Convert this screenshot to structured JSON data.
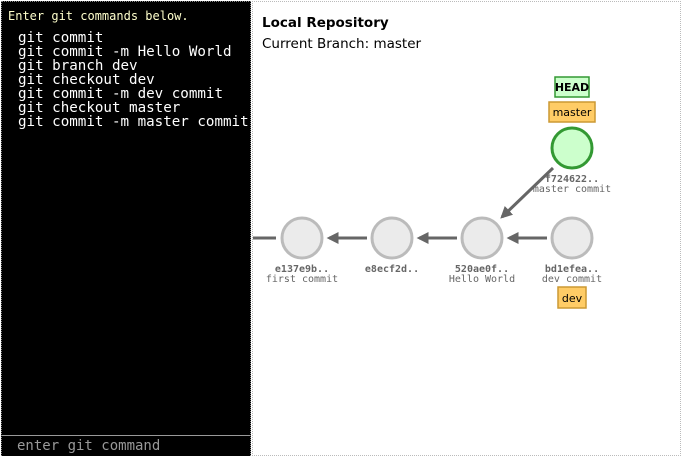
{
  "terminal": {
    "header": "Enter git commands below.",
    "commands": [
      "git commit",
      "git commit -m Hello World",
      "git branch dev",
      "git checkout dev",
      "git commit -m dev commit",
      "git checkout master",
      "git commit -m master commit"
    ],
    "input_placeholder": "enter git command",
    "input_value": ""
  },
  "graph": {
    "title": "Local Repository",
    "current_branch_text": "Current Branch: master",
    "commits": [
      {
        "id": "e137e9b..",
        "message": "first commit"
      },
      {
        "id": "e8ecf2d..",
        "message": ""
      },
      {
        "id": "520ae0f..",
        "message": "Hello World"
      },
      {
        "id": "bd1efea..",
        "message": "dev commit"
      },
      {
        "id": "f724622..",
        "message": "master commit",
        "head": true
      }
    ],
    "head_label": "HEAD",
    "branches": [
      {
        "name": "master",
        "commit": "f724622.."
      },
      {
        "name": "dev",
        "commit": "bd1efea.."
      }
    ]
  },
  "colors": {
    "commit_fill": "#ebebeb",
    "commit_stroke": "#bbbbbb",
    "head_commit_fill": "#ccffcc",
    "head_commit_stroke": "#339933",
    "branch_tag_fill": "#ffcc66",
    "branch_tag_stroke": "#cc9933",
    "head_tag_fill": "#ccffcc",
    "head_tag_stroke": "#339933",
    "edge": "#666666"
  }
}
